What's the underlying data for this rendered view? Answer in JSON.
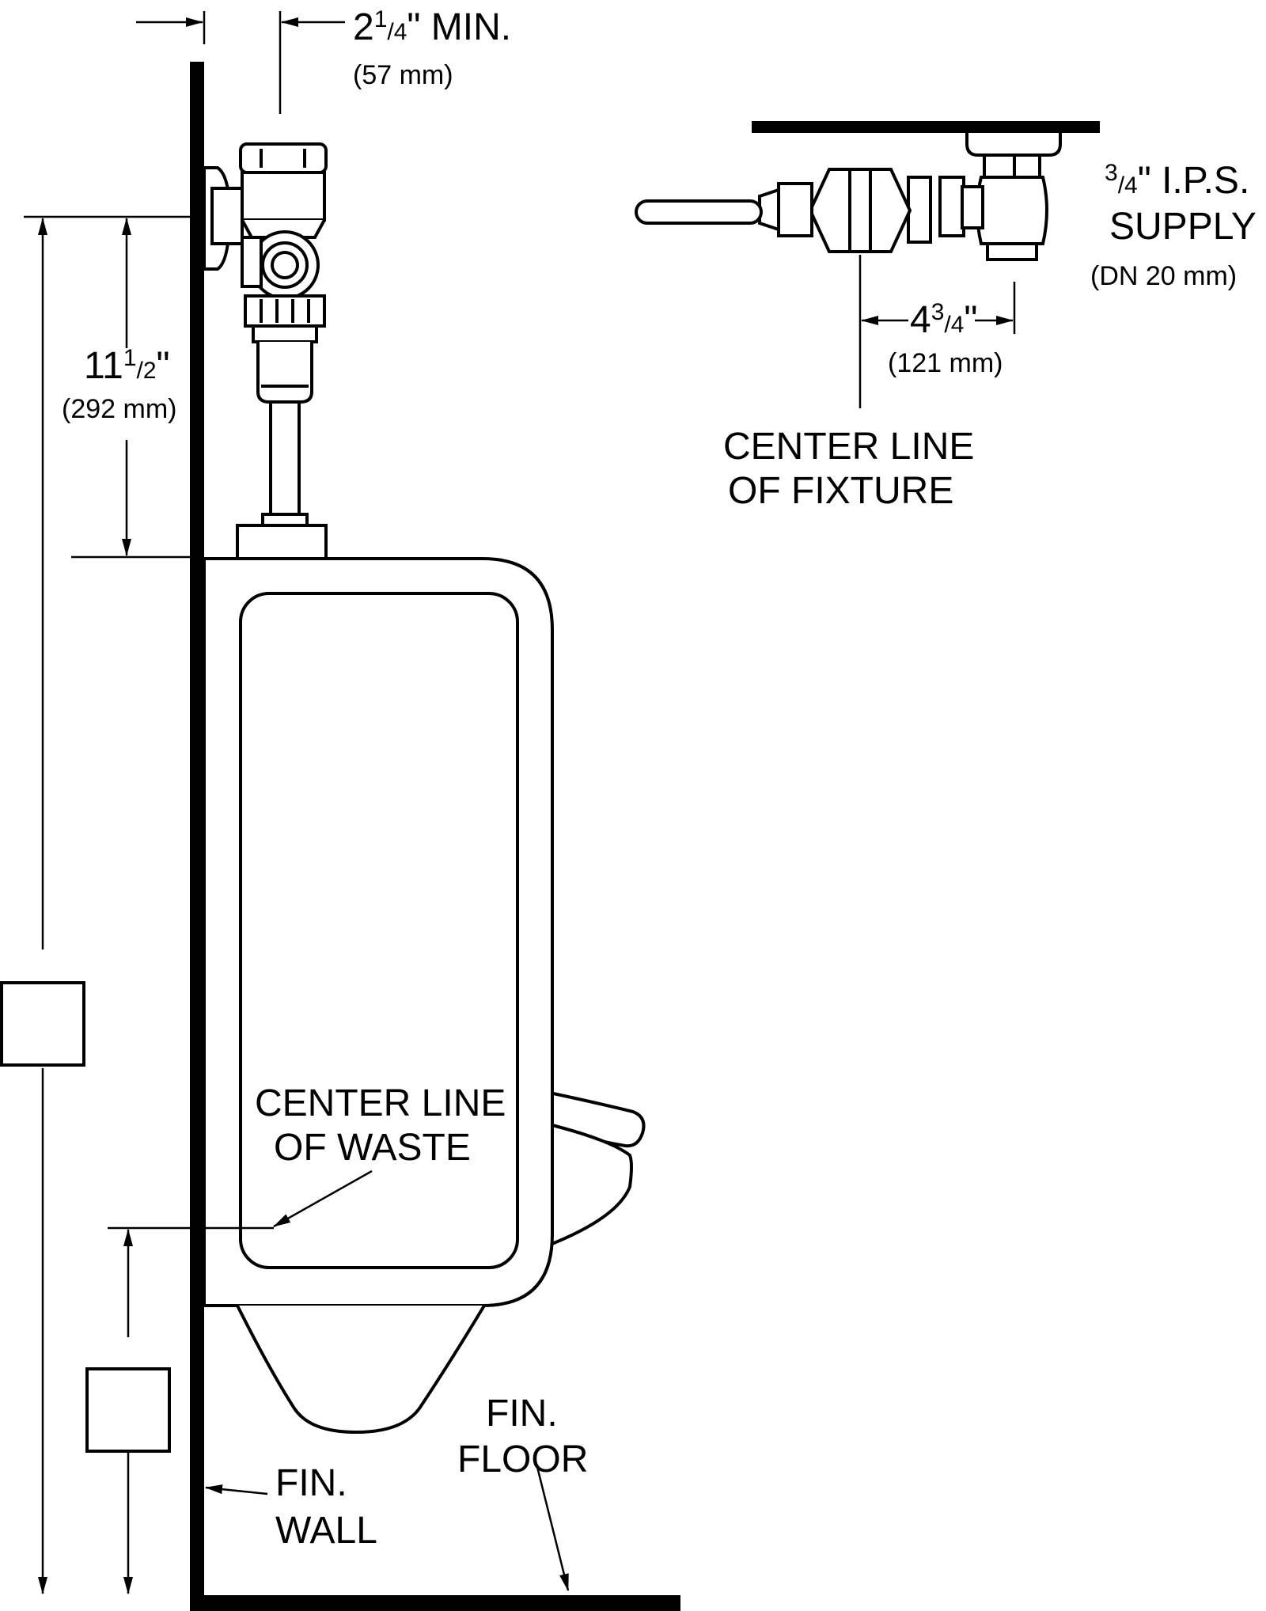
{
  "dimensions": {
    "min_clearance": {
      "whole": "2",
      "numerator": "1",
      "denominator": "4",
      "suffix": "\" MIN.",
      "metric": "(57 mm)"
    },
    "valve_height": {
      "whole": "11",
      "numerator": "1",
      "denominator": "2",
      "suffix": "\"",
      "metric": "(292 mm)"
    },
    "offset": {
      "whole": "4",
      "numerator": "3",
      "denominator": "4",
      "suffix": "\"",
      "metric": "(121 mm)"
    }
  },
  "supply": {
    "numerator": "3",
    "denominator": "4",
    "line1": "\"  I.P.S.",
    "line2": "SUPPLY",
    "metric": "(DN 20 mm)"
  },
  "centerline_fixture": {
    "line1": "CENTER LINE",
    "line2": "OF  FIXTURE"
  },
  "centerline_waste": {
    "line1": "CENTER LINE",
    "line2": "OF  WASTE"
  },
  "finished_wall": {
    "line1": "FIN.",
    "line2": "WALL"
  },
  "finished_floor": {
    "line1": "FIN.",
    "line2": "FLOOR"
  }
}
